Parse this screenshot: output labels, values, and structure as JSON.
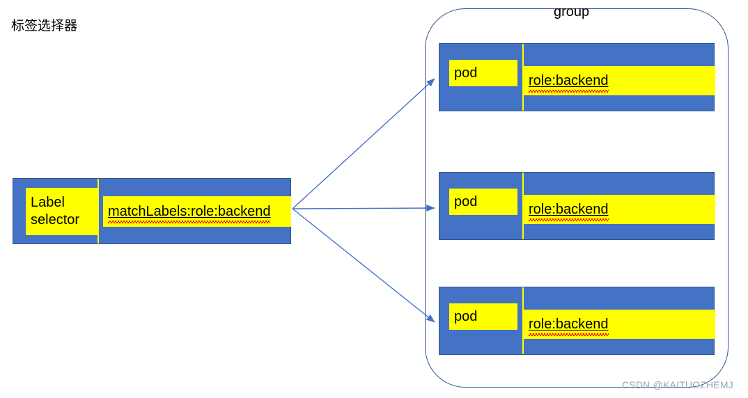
{
  "page": {
    "title": "标签选择器",
    "background_color": "#FFFFFF"
  },
  "colors": {
    "card_fill": "#4472C4",
    "card_border": "#2F528F",
    "chip_fill": "#FFFF00",
    "arrow": "#4472C4",
    "container_border": "#2F5597",
    "spellcheck_underline": "#FF0000",
    "watermark": "#9AA4B4"
  },
  "selector": {
    "name": "Label selector",
    "expression": "matchLabels:role:backend"
  },
  "group": {
    "label": "group",
    "pods": [
      {
        "name": "pod",
        "label": "role:backend"
      },
      {
        "name": "pod",
        "label": "role:backend"
      },
      {
        "name": "pod",
        "label": "role:backend"
      }
    ]
  },
  "arrows": {
    "count": 3,
    "origin": "label-selector-right-edge",
    "targets": [
      "pod-1",
      "pod-2",
      "pod-3"
    ]
  },
  "watermark": {
    "text": "CSDN @KAITUOZHEMJ"
  }
}
